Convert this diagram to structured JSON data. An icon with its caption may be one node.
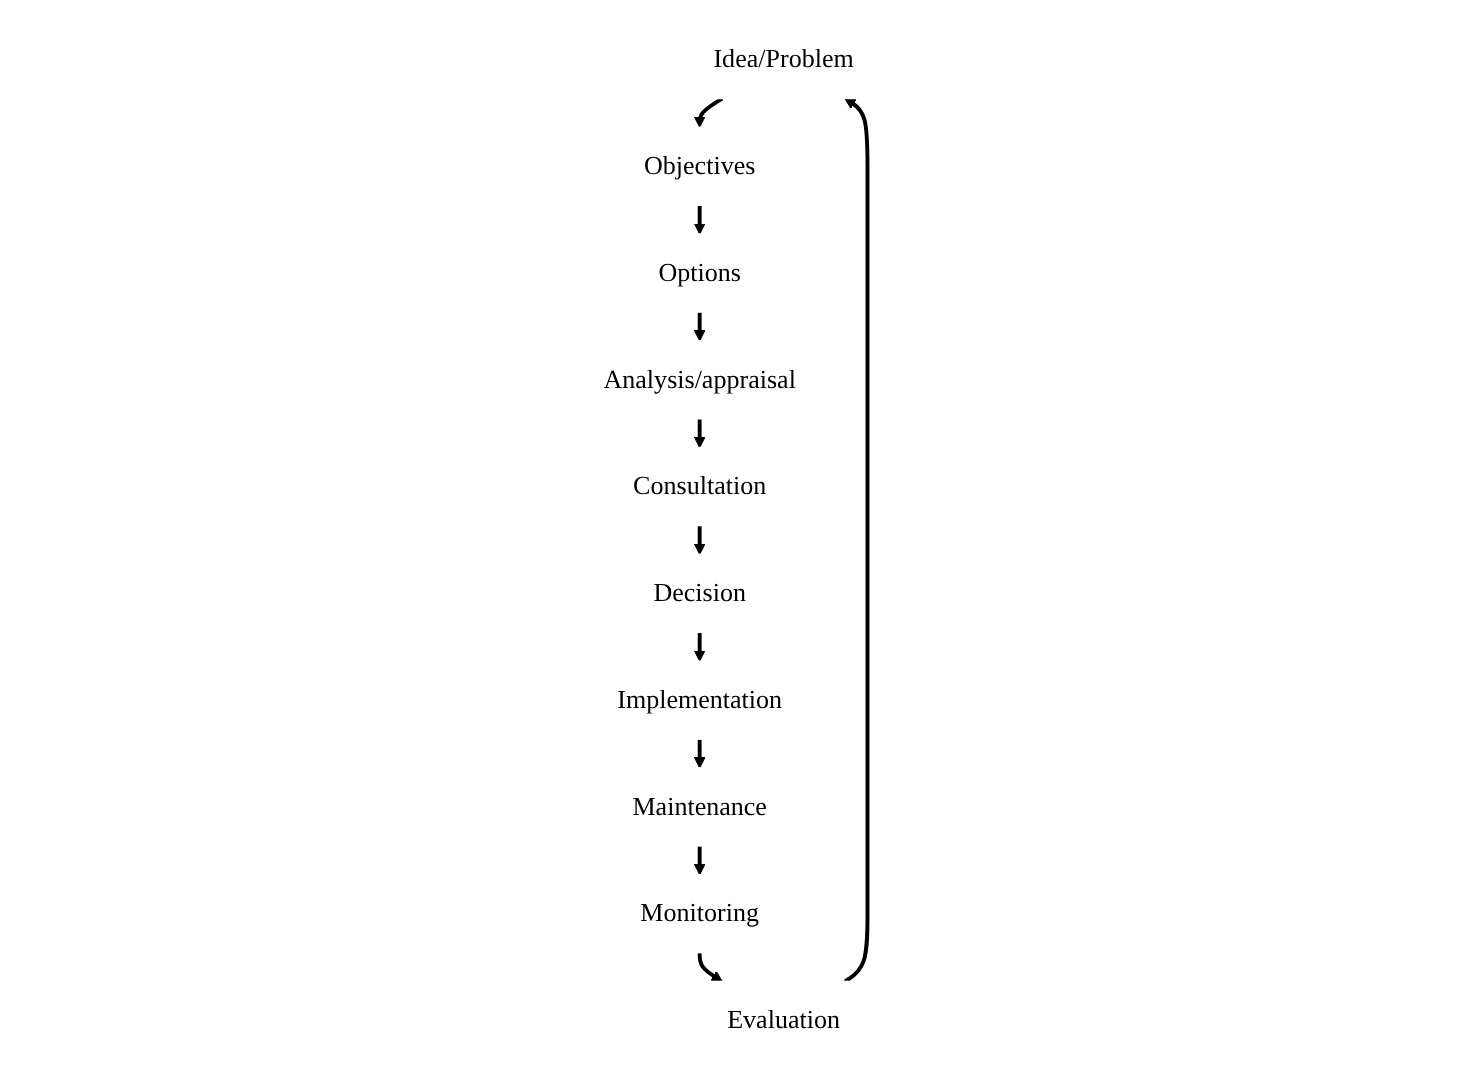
{
  "diagram": {
    "nodes": [
      {
        "text": [
          "Idea/Problem"
        ]
      },
      {
        "text": [
          "Objectives"
        ]
      },
      {
        "text": [
          "Options"
        ]
      },
      {
        "text": [
          "Analysis/appraisal"
        ]
      },
      {
        "text": [
          "Consultation"
        ]
      },
      {
        "text": [
          "Decision"
        ]
      },
      {
        "text": [
          "Implementation"
        ]
      },
      {
        "text": [
          "Maintenance"
        ]
      },
      {
        "text": [
          "Monitoring"
        ]
      },
      {
        "text": [
          "Evaluation"
        ]
      }
    ],
    "edges": [
      {
        "from": 0,
        "to": 1,
        "arrow": "to"
      },
      {
        "from": 1,
        "to": 2,
        "arrow": "to"
      },
      {
        "from": 2,
        "to": 3,
        "arrow": "to"
      },
      {
        "from": 3,
        "to": 4,
        "arrow": "to"
      },
      {
        "from": 4,
        "to": 5,
        "arrow": "to"
      },
      {
        "from": 5,
        "to": 6,
        "arrow": "to"
      },
      {
        "from": 6,
        "to": 7,
        "arrow": "to"
      },
      {
        "from": 7,
        "to": 8,
        "arrow": "to"
      },
      {
        "from": 8,
        "to": 9,
        "arrow": "to"
      },
      {
        "from": 9,
        "to": 0,
        "arrow": "to"
      }
    ]
  }
}
